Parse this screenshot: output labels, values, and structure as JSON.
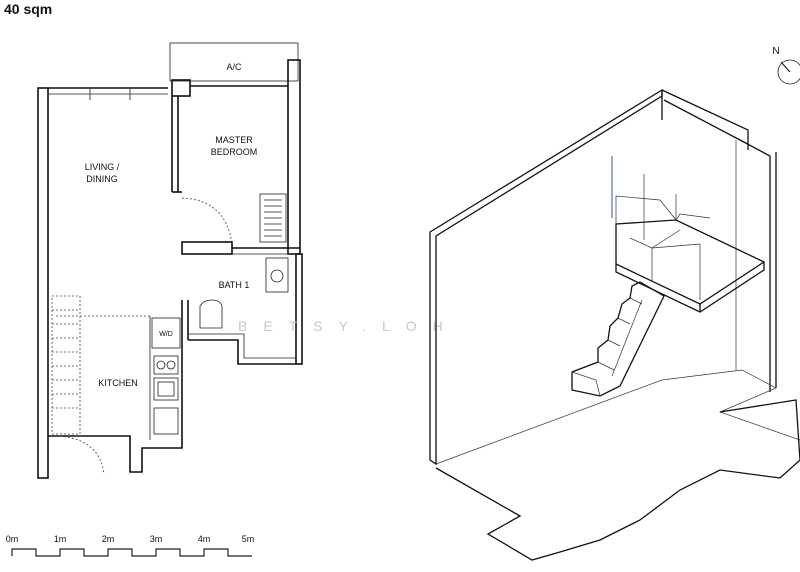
{
  "header": {
    "area": "40 sqm"
  },
  "rooms": {
    "ac": "A/C",
    "master_line1": "MASTER",
    "master_line2": "BEDROOM",
    "living_line1": "LIVING /",
    "living_line2": "DINING",
    "bath": "BATH 1",
    "kitchen": "KITCHEN",
    "wd": "W/D"
  },
  "compass": {
    "label": "N"
  },
  "scale_bar": {
    "ticks": [
      "0m",
      "1m",
      "2m",
      "3m",
      "4m",
      "5m"
    ]
  },
  "watermark": "BETSY.LOH"
}
